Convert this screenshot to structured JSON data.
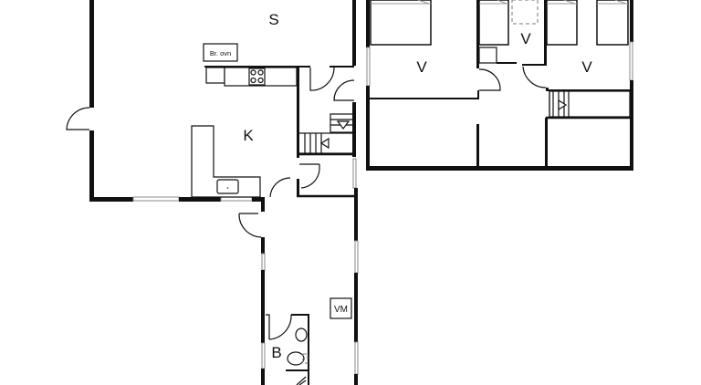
{
  "floor_plan": {
    "rooms": [
      {
        "id": "stue",
        "label": "S"
      },
      {
        "id": "koekken",
        "label": "K"
      },
      {
        "id": "vaerelse_1",
        "label": "V"
      },
      {
        "id": "vaerelse_2",
        "label": "V"
      },
      {
        "id": "vaerelse_3",
        "label": "V"
      },
      {
        "id": "bad",
        "label": "B"
      }
    ],
    "fixtures": {
      "stove_label": "Br. ovn",
      "washing_machine_label": "VM"
    }
  }
}
